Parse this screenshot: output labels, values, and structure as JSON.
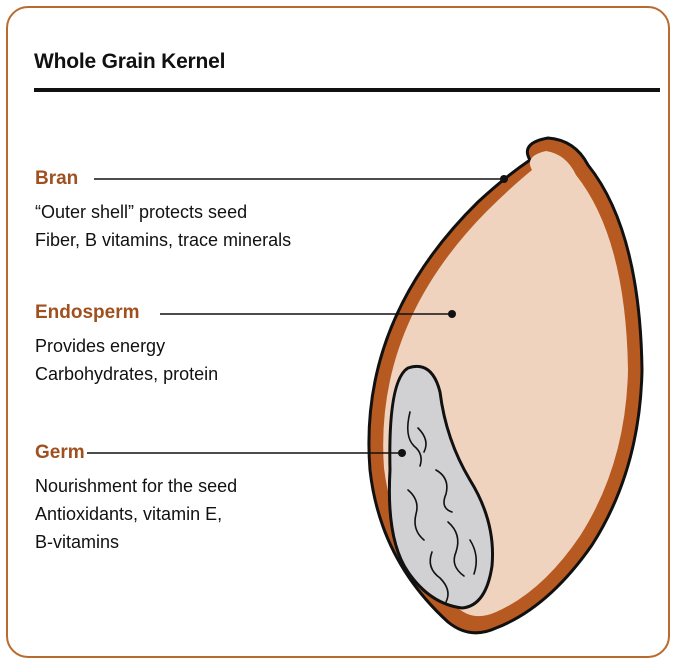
{
  "title": "Whole Grain Kernel",
  "colors": {
    "border": "#b96a2e",
    "label": "#a0501f",
    "bran": "#b65a22",
    "endosperm": "#efd3bf",
    "germ": "#d1d1d3",
    "outline": "#111111"
  },
  "parts": [
    {
      "label": "Bran",
      "lines": [
        "“Outer shell” protects seed",
        "Fiber, B vitamins, trace minerals"
      ]
    },
    {
      "label": "Endosperm",
      "lines": [
        "Provides energy",
        "Carbohydrates, protein"
      ]
    },
    {
      "label": "Germ",
      "lines": [
        "Nourishment for the seed",
        "Antioxidants, vitamin E,",
        "B-vitamins"
      ]
    }
  ]
}
